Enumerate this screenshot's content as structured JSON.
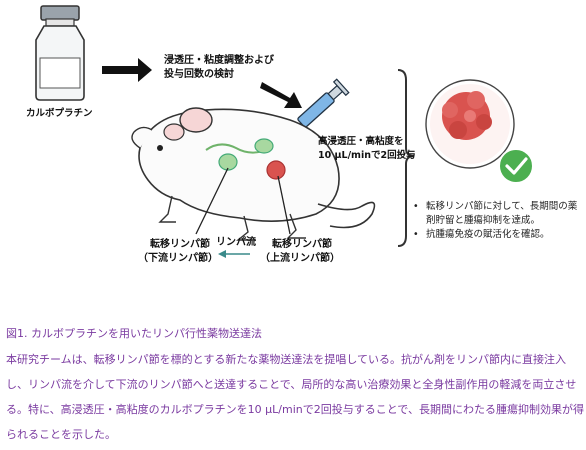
{
  "figure": {
    "vial_label": "カルボプラチン",
    "step_label_line1": "浸透圧・粘度調整および",
    "step_label_line2": "投与回数の検討",
    "injection_label_line1": "高浸透圧・高粘度を",
    "injection_label_line2": "10 μL/minで2回投与",
    "downstream_node_line1": "転移リンパ節",
    "downstream_node_line2": "（下流リンパ節）",
    "lymph_flow_label": "リンパ流",
    "upstream_node_line1": "転移リンパ節",
    "upstream_node_line2": "（上流リンパ節）",
    "results": [
      "転移リンパ節に対して、長期間の薬剤貯留と腫瘍抑制を達成。",
      "抗腫瘍免疫の賦活化を確認。"
    ]
  },
  "caption": "図1. カルボプラチンを用いたリンパ行性薬物送達法",
  "body": "本研究チームは、転移リンパ節を標的とする新たな薬物送達法を提唱している。抗がん剤をリンパ節内に直接注入し、リンパ流を介して下流のリンパ節へと送達することで、局所的な高い治療効果と全身性副作用の軽減を両立させる。特に、高浸透圧・高粘度のカルボプラチンを10 μL/minで2回投与することで、長期間にわたる腫瘍抑制効果が得られることを示した。",
  "colors": {
    "caption_text": "#7a3aa0",
    "tumor": "#d9534f",
    "lymph_node": "#a8d8a0",
    "check": "#4caf50",
    "flow_arrow": "#3a8a8a"
  }
}
